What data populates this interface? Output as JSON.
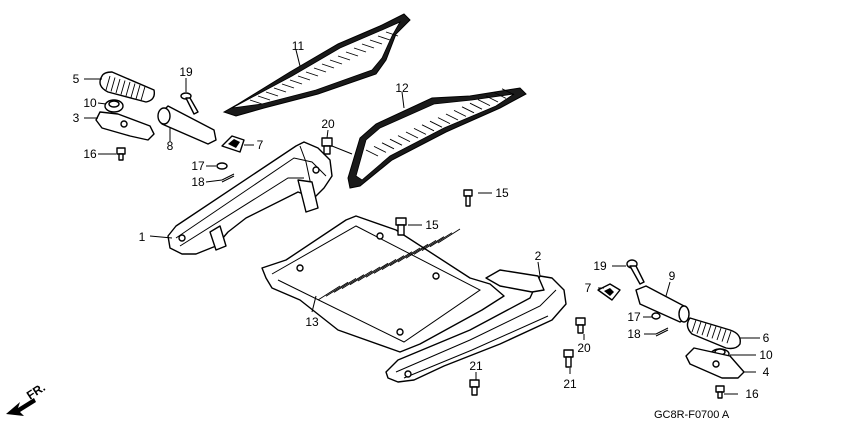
{
  "diagram": {
    "code": "GC8R-F0700 A",
    "direction_label": "FR.",
    "callouts": [
      "1",
      "2",
      "3",
      "4",
      "5",
      "6",
      "7",
      "7",
      "8",
      "9",
      "10",
      "10",
      "11",
      "12",
      "13",
      "15",
      "15",
      "16",
      "16",
      "17",
      "17",
      "18",
      "18",
      "19",
      "19",
      "20",
      "20",
      "21",
      "21"
    ]
  }
}
